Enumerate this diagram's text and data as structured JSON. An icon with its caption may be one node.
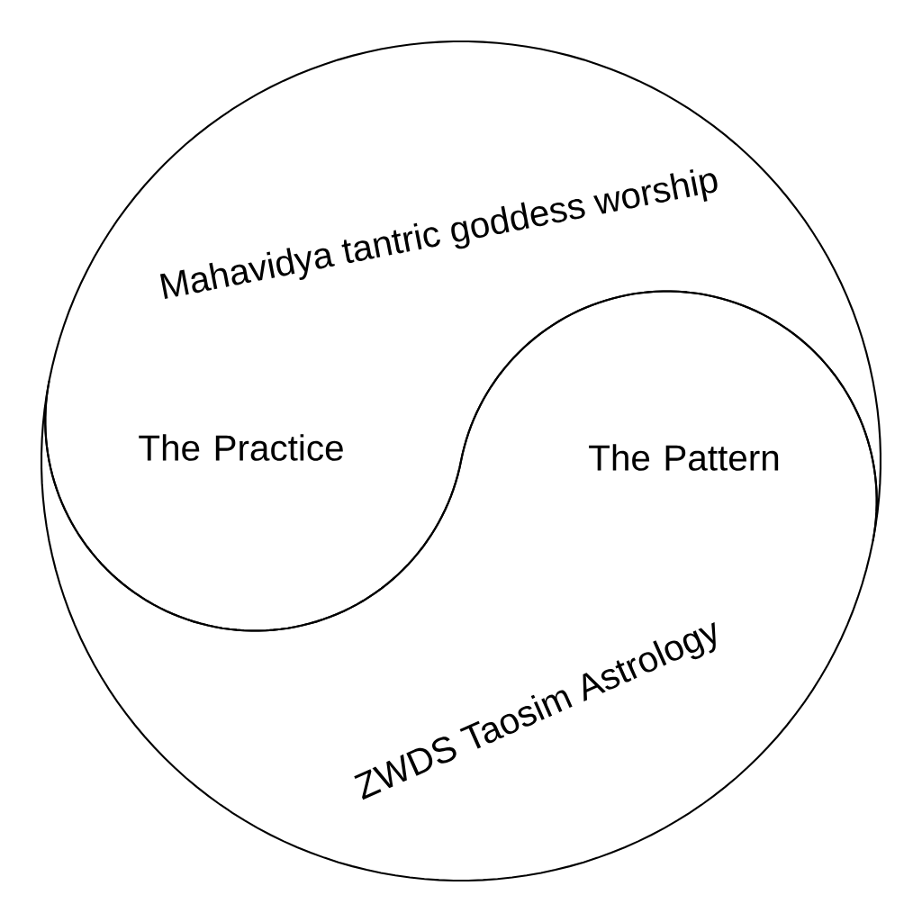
{
  "diagram": {
    "nodes": [
      {
        "text": [
          "Mahavidya tantric goddess worship",
          "The Practice"
        ]
      },
      {
        "text": [
          "ZWDS Taosim Astrology",
          "The Pattern"
        ]
      }
    ]
  }
}
